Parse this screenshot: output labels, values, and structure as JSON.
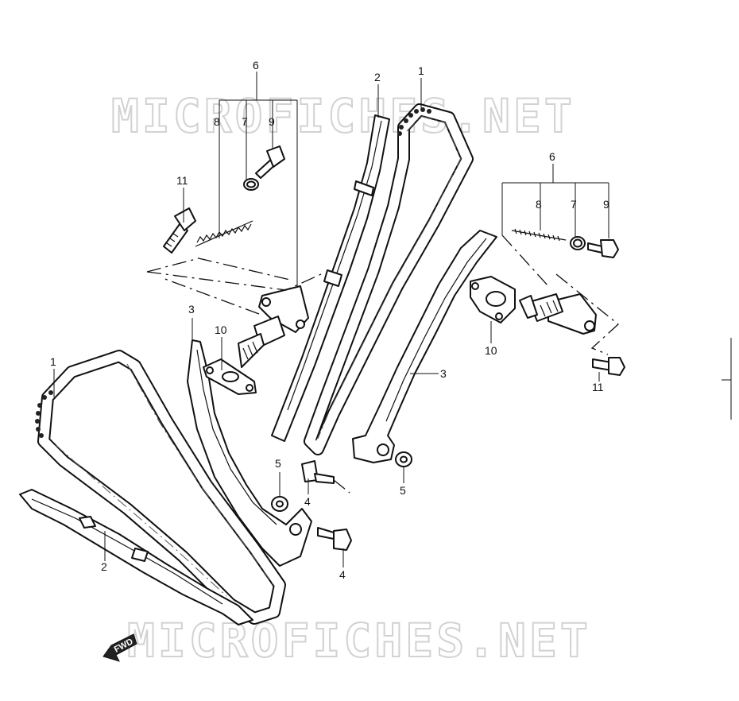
{
  "watermark": {
    "top": "MICROFICHES.NET",
    "bottom": "MICROFICHES.NET"
  },
  "fwd_badge": "FWD",
  "callouts": {
    "c1_top": "1",
    "c2_top": "2",
    "c6_left": "6",
    "c8_left": "8",
    "c7_left": "7",
    "c9_left": "9",
    "c11_left": "11",
    "c3_left": "3",
    "c10_left": "10",
    "c1_left": "1",
    "c2_bottom": "2",
    "c5_left": "5",
    "c4_mid": "4",
    "c4_low": "4",
    "c5_right": "5",
    "c3_right": "3",
    "c10_right": "10",
    "c6_right": "6",
    "c8_right": "8",
    "c7_right": "7",
    "c9_right": "9",
    "c11_right": "11"
  }
}
